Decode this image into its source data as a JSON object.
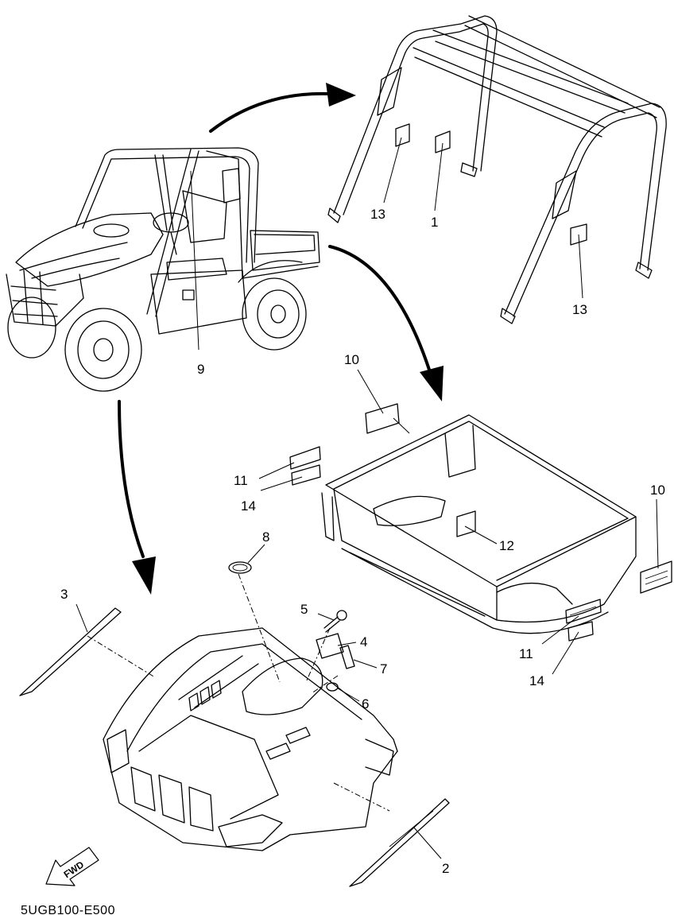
{
  "diagram": {
    "drawing_code": "5UGB100-E500",
    "direction_marker": "FWD",
    "callouts": [
      "1",
      "2",
      "3",
      "4",
      "5",
      "6",
      "7",
      "8",
      "9",
      "10",
      "10",
      "11",
      "11",
      "12",
      "13",
      "13",
      "14",
      "14"
    ]
  },
  "icons": {
    "direction_arrow": "fwd-arrow-icon",
    "flow_arrows": "curved-arrow-icon"
  },
  "colors": {
    "ink": "#000000",
    "paper": "#ffffff"
  }
}
